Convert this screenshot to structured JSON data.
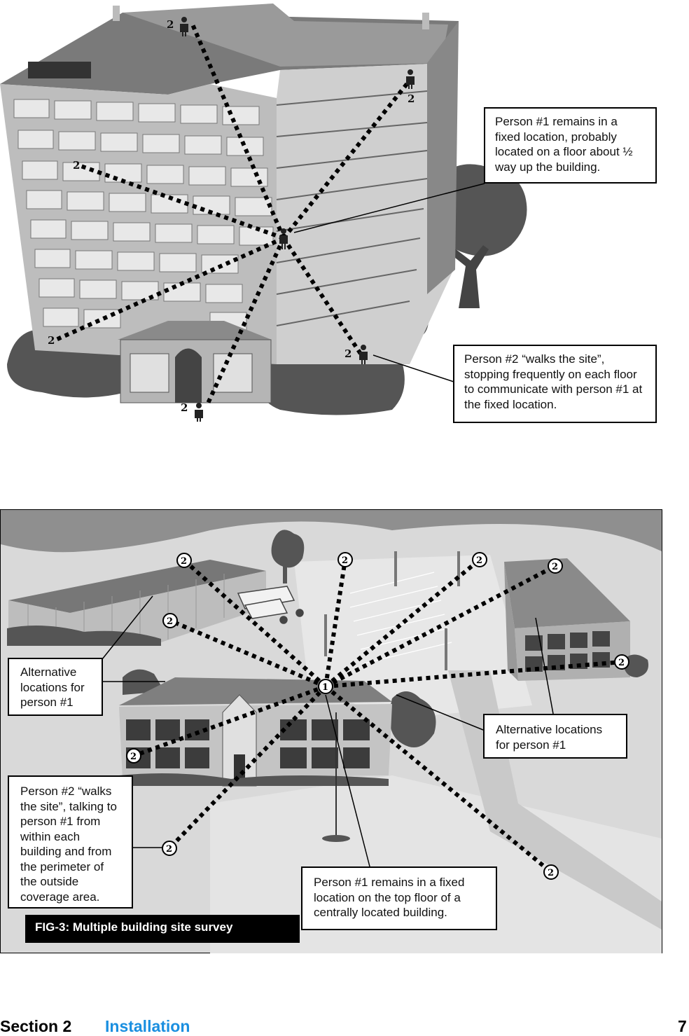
{
  "figure_top": {
    "callouts": [
      "Person #1 remains in a fixed location, probably located on a floor about ½ way up the building.",
      "Person #2 “walks the site”, stopping frequently on each floor to communicate with person #1 at the fixed location."
    ],
    "marker": "2"
  },
  "figure_bottom": {
    "callouts": {
      "alt_left": "Alternative locations for person #1",
      "alt_right": "Alternative locations for person #1",
      "person2": "Person #2 “walks the site”, talking to person #1 from within each building and from the perimeter of the outside coverage area.",
      "person1": "Person #1 remains in a fixed location on the top floor of a centrally located building."
    },
    "hub_marker": "1",
    "marker": "2",
    "caption": "FIG-3:  Multiple building site survey"
  },
  "footer": {
    "section": "Section 2",
    "title": "Installation",
    "page": "7"
  },
  "colors": {
    "footer_title": "#1a8fe0"
  }
}
